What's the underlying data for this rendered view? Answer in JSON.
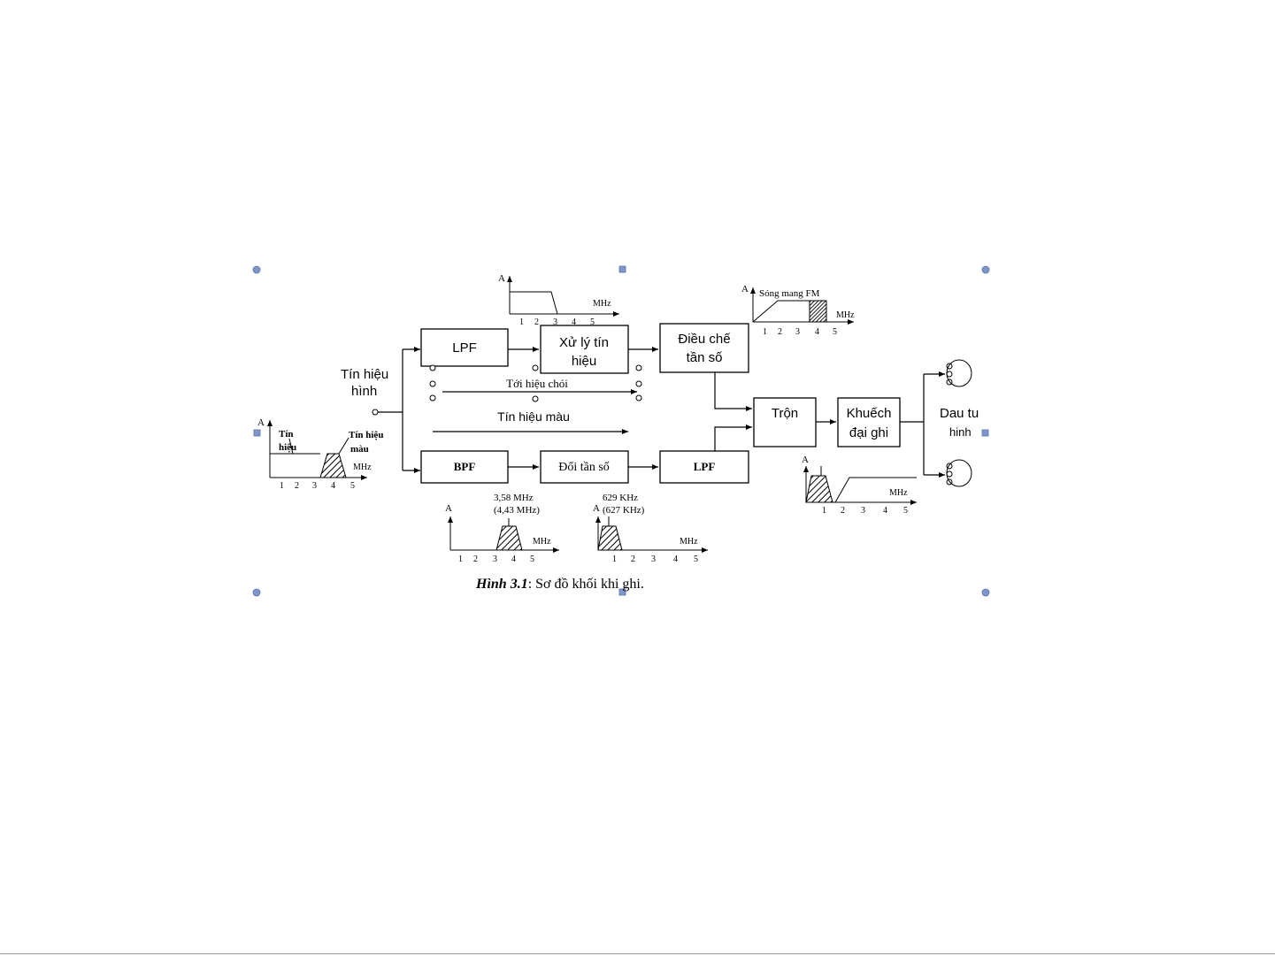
{
  "diagram": {
    "blocks": {
      "lpf_top": "LPF",
      "xu_ly_line1": "Xử lý tín",
      "xu_ly_line2": "hiệu",
      "dieu_che_line1": "Điều chế",
      "dieu_che_line2": "tần số",
      "bpf": "BPF",
      "doi_tan_so": "Đổi tần số",
      "lpf_bottom": "LPF",
      "tron": "Trộn",
      "khuech_line1": "Khuếch",
      "khuech_line2": "đại ghi"
    },
    "labels": {
      "tin_hieu_hinh_line1": "Tín hiệu",
      "tin_hieu_hinh_line2": "hình",
      "toi_hieu_choi": "Tới hiệu chói",
      "tin_hieu_mau": "Tín hiệu màu",
      "dau_tu_line1": "Dau tu",
      "dau_tu_line2": "hinh"
    },
    "spectra": {
      "input": {
        "axis_a": "A",
        "label_left_line1": "Tín",
        "label_left_line2": "hiệu",
        "label_right_line1": "Tín hiệu",
        "label_right_line2": "màu",
        "unit": "MHz",
        "ticks": [
          "1",
          "2",
          "3",
          "4",
          "5"
        ]
      },
      "top": {
        "axis_a": "A",
        "unit": "MHz",
        "ticks": [
          "1",
          "2",
          "3",
          "4",
          "5"
        ]
      },
      "fm": {
        "axis_a": "A",
        "title": "Sóng mang FM",
        "unit": "MHz",
        "ticks": [
          "1",
          "2",
          "3",
          "4",
          "5"
        ]
      },
      "bpf_out": {
        "axis_a": "A",
        "note_line1": "3,58 MHz",
        "note_line2": "(4,43 MHz)",
        "unit": "MHz",
        "ticks": [
          "1",
          "2",
          "3",
          "4",
          "5"
        ]
      },
      "shifted": {
        "axis_a": "A",
        "note_line1": "629 KHz",
        "note_line2": "(627 KHz)",
        "unit": "MHz",
        "ticks": [
          "1",
          "2",
          "3",
          "4",
          "5"
        ]
      },
      "mixed": {
        "axis_a": "A",
        "unit": "MHz",
        "ticks": [
          "1",
          "2",
          "3",
          "4",
          "5"
        ]
      }
    },
    "caption": {
      "figure": "Hình 3.1",
      "separator": ": ",
      "text": "Sơ đồ khối khi ghi."
    }
  }
}
